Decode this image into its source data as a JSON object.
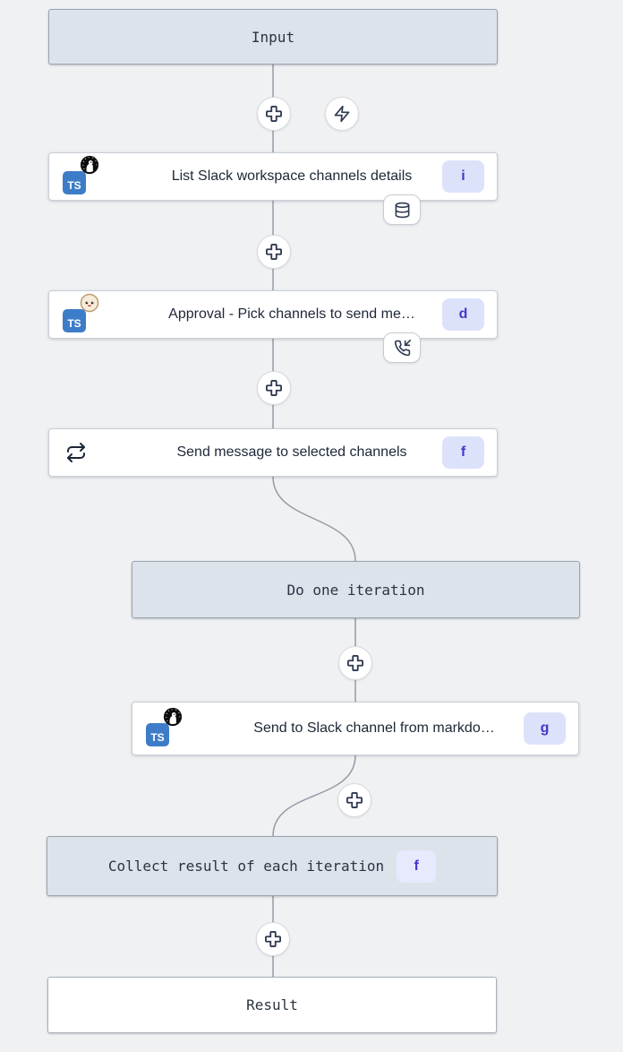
{
  "colors": {
    "background": "#f0f1f3",
    "virtual_box_fill": "#dde3eb",
    "virtual_box_border": "#9ba4b0",
    "node_border": "#c9cfd7",
    "badge_bg": "#dde2fb",
    "badge_text": "#4338ca",
    "connector": "#949ba6",
    "icon_stroke": "#2e3950",
    "typescript_blue": "#3d7dc8"
  },
  "flow": {
    "input_label": "Input",
    "result_label": "Result",
    "loop_header_label": "Do one iteration",
    "collect_label": "Collect result of each iteration",
    "collect_badge": "f",
    "steps": [
      {
        "title": "List Slack workspace channels details",
        "badge": "i",
        "language": "typescript",
        "runtime": "deno",
        "attachment": "database-icon"
      },
      {
        "title": "Approval - Pick channels to send me…",
        "badge": "d",
        "language": "typescript",
        "runtime": "bun",
        "attachment": "phone-incoming-icon"
      },
      {
        "title": "Send message to selected channels",
        "badge": "f",
        "kind": "forloop",
        "icon": "repeat-icon"
      },
      {
        "title": "Send to Slack channel from markdo…",
        "badge": "g",
        "language": "typescript",
        "runtime": "deno"
      }
    ],
    "ts_logo_text": "TS"
  }
}
